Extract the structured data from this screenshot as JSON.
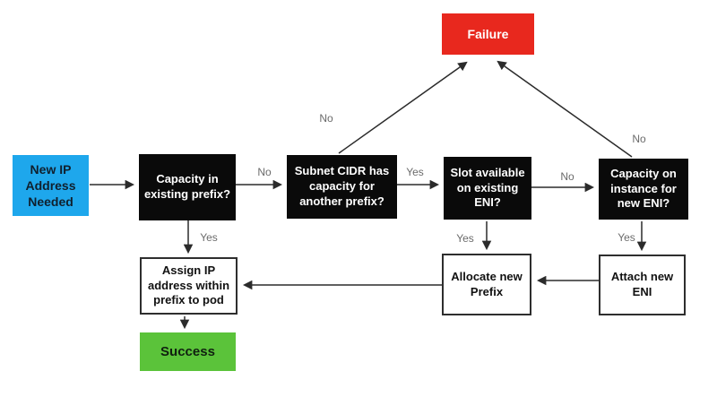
{
  "diagram": {
    "type": "flowchart",
    "nodes": {
      "start": {
        "label": "New IP Address Needed",
        "kind": "start"
      },
      "capacity_existing_prefix": {
        "label": "Capacity in existing prefix?",
        "kind": "decision"
      },
      "subnet_cidr_capacity": {
        "label": "Subnet CIDR has capacity for another prefix?",
        "kind": "decision"
      },
      "slot_available_eni": {
        "label": "Slot available on existing ENI?",
        "kind": "decision"
      },
      "capacity_instance_eni": {
        "label": "Capacity on instance for new ENI?",
        "kind": "decision"
      },
      "failure": {
        "label": "Failure",
        "kind": "terminal"
      },
      "assign_ip": {
        "label": "Assign IP address within prefix to pod",
        "kind": "process"
      },
      "allocate_prefix": {
        "label": "Allocate new Prefix",
        "kind": "process"
      },
      "attach_eni": {
        "label": "Attach new ENI",
        "kind": "process"
      },
      "success": {
        "label": "Success",
        "kind": "terminal"
      }
    },
    "edge_labels": {
      "no1": "No",
      "yes1": "Yes",
      "no2": "No",
      "yes2": "Yes",
      "no3": "No",
      "yes3": "Yes",
      "no4": "No",
      "yes4": "Yes"
    },
    "colors": {
      "start_box": "#1ea7ec",
      "decision_box": "#0a0a0a",
      "failure_box": "#e8281e",
      "success_box": "#5bc33a",
      "process_border": "#2e2e2e",
      "arrow": "#2b2b2b",
      "edge_label_text": "#6b6b6b"
    }
  }
}
